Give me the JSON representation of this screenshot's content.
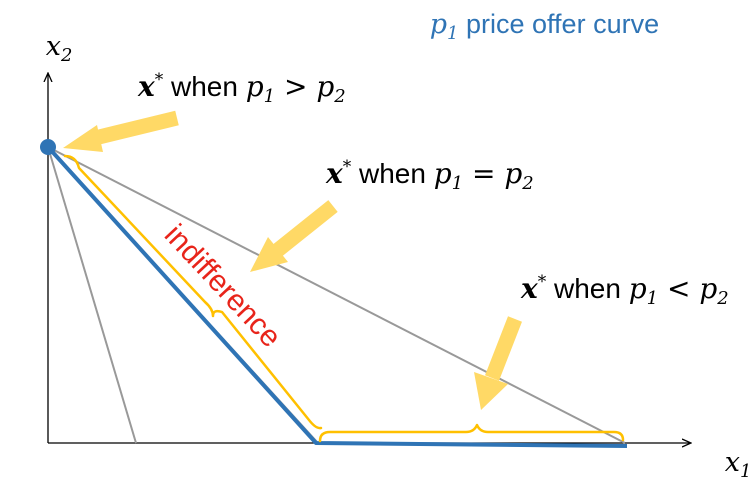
{
  "title": {
    "symbol": "p",
    "subscript": "1",
    "text": " price offer curve"
  },
  "axes": {
    "x": {
      "symbol": "x",
      "subscript": "1"
    },
    "y": {
      "symbol": "x",
      "subscript": "2"
    }
  },
  "annotations": {
    "case_greater": {
      "star": "x",
      "sup": "*",
      "when": " when ",
      "lhs": "p",
      "lhs_sub": "1",
      "op": " > ",
      "rhs": "p",
      "rhs_sub": "2"
    },
    "case_equal": {
      "star": "x",
      "sup": "*",
      "when": " when ",
      "lhs": "p",
      "lhs_sub": "1",
      "op": " = ",
      "rhs": "p",
      "rhs_sub": "2"
    },
    "case_less": {
      "star": "x",
      "sup": "*",
      "when": " when ",
      "lhs": "p",
      "lhs_sub": "1",
      "op": " < ",
      "rhs": "p",
      "rhs_sub": "2"
    },
    "indifference": "indifference"
  },
  "colors": {
    "offer_curve": "#2f74b5",
    "title": "#2f74b5",
    "budget_lines": "#999999",
    "braces": "#ffc000",
    "arrows": "#ffd966",
    "indifference_label": "#e8241a",
    "axes": "#000000"
  }
}
